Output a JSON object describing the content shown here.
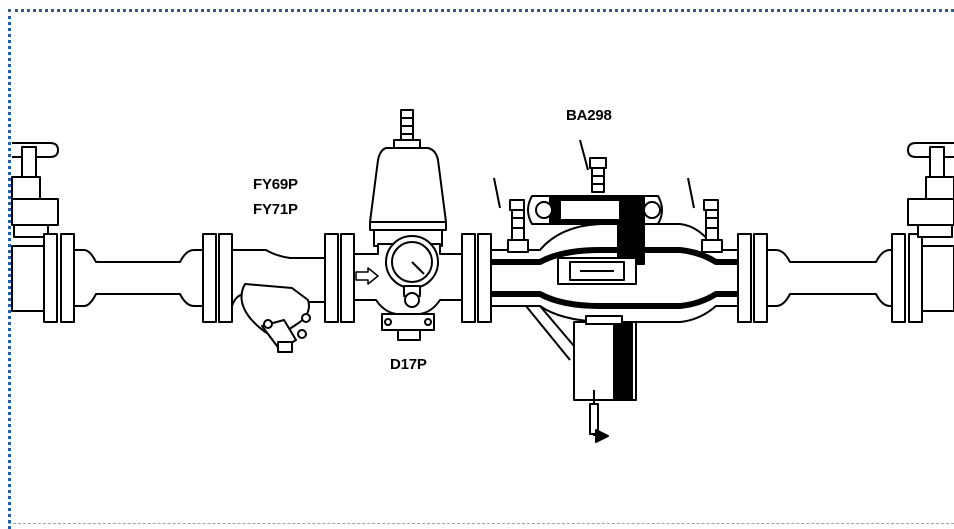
{
  "colors": {
    "frame": "#1f5fae",
    "line": "#000000",
    "fill": "#ffffff"
  },
  "labels": {
    "ba298": "BA298",
    "fy69p": "FY69P",
    "fy71p": "FY71P",
    "d17p": "D17P"
  }
}
